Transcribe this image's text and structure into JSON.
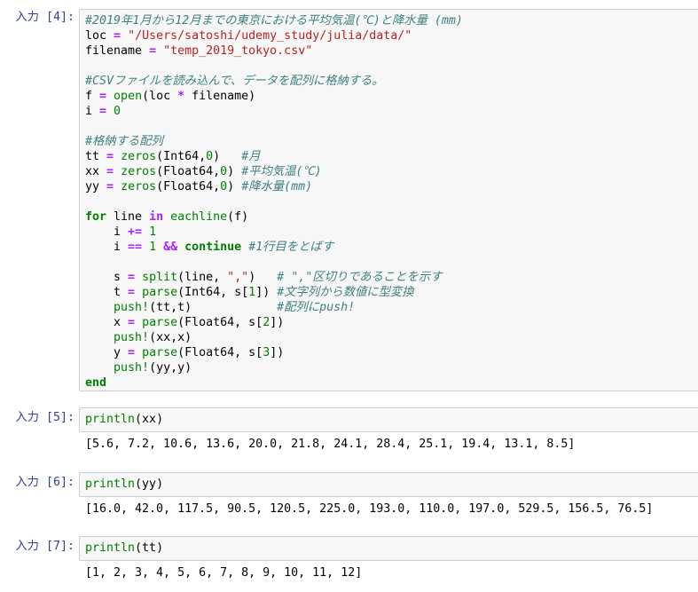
{
  "cells": [
    {
      "prompt": "入力 [4]:",
      "code_lines": [
        [
          {
            "t": "c",
            "v": "#2019年1月から12月までの東京における平均気温(℃)と降水量 (mm)"
          }
        ],
        [
          {
            "t": "p",
            "v": "loc "
          },
          {
            "t": "o",
            "v": "="
          },
          {
            "t": "p",
            "v": " "
          },
          {
            "t": "s",
            "v": "\"/Users/satoshi/udemy_study/julia/data/\""
          }
        ],
        [
          {
            "t": "p",
            "v": "filename "
          },
          {
            "t": "o",
            "v": "="
          },
          {
            "t": "p",
            "v": " "
          },
          {
            "t": "s",
            "v": "\"temp_2019_tokyo.csv\""
          }
        ],
        [],
        [
          {
            "t": "c",
            "v": "#CSVファイルを読み込んで、データを配列に格納する。"
          }
        ],
        [
          {
            "t": "p",
            "v": "f "
          },
          {
            "t": "o",
            "v": "="
          },
          {
            "t": "p",
            "v": " "
          },
          {
            "t": "n",
            "v": "open"
          },
          {
            "t": "p",
            "v": "(loc "
          },
          {
            "t": "o",
            "v": "*"
          },
          {
            "t": "p",
            "v": " filename)"
          }
        ],
        [
          {
            "t": "p",
            "v": "i "
          },
          {
            "t": "o",
            "v": "="
          },
          {
            "t": "p",
            "v": " "
          },
          {
            "t": "m",
            "v": "0"
          }
        ],
        [],
        [
          {
            "t": "c",
            "v": "#格納する配列"
          }
        ],
        [
          {
            "t": "p",
            "v": "tt "
          },
          {
            "t": "o",
            "v": "="
          },
          {
            "t": "p",
            "v": " "
          },
          {
            "t": "n",
            "v": "zeros"
          },
          {
            "t": "p",
            "v": "(Int64,"
          },
          {
            "t": "m",
            "v": "0"
          },
          {
            "t": "p",
            "v": ")   "
          },
          {
            "t": "c",
            "v": "#月"
          }
        ],
        [
          {
            "t": "p",
            "v": "xx "
          },
          {
            "t": "o",
            "v": "="
          },
          {
            "t": "p",
            "v": " "
          },
          {
            "t": "n",
            "v": "zeros"
          },
          {
            "t": "p",
            "v": "(Float64,"
          },
          {
            "t": "m",
            "v": "0"
          },
          {
            "t": "p",
            "v": ") "
          },
          {
            "t": "c",
            "v": "#平均気温(℃)"
          }
        ],
        [
          {
            "t": "p",
            "v": "yy "
          },
          {
            "t": "o",
            "v": "="
          },
          {
            "t": "p",
            "v": " "
          },
          {
            "t": "n",
            "v": "zeros"
          },
          {
            "t": "p",
            "v": "(Float64,"
          },
          {
            "t": "m",
            "v": "0"
          },
          {
            "t": "p",
            "v": ") "
          },
          {
            "t": "c",
            "v": "#降水量(mm)"
          }
        ],
        [],
        [
          {
            "t": "k",
            "v": "for"
          },
          {
            "t": "p",
            "v": " line "
          },
          {
            "t": "o",
            "v": "in"
          },
          {
            "t": "p",
            "v": " "
          },
          {
            "t": "n",
            "v": "eachline"
          },
          {
            "t": "p",
            "v": "(f)"
          }
        ],
        [
          {
            "t": "p",
            "v": "    i "
          },
          {
            "t": "o",
            "v": "+="
          },
          {
            "t": "p",
            "v": " "
          },
          {
            "t": "m",
            "v": "1"
          }
        ],
        [
          {
            "t": "p",
            "v": "    i "
          },
          {
            "t": "o",
            "v": "=="
          },
          {
            "t": "p",
            "v": " "
          },
          {
            "t": "m",
            "v": "1"
          },
          {
            "t": "p",
            "v": " "
          },
          {
            "t": "o",
            "v": "&&"
          },
          {
            "t": "p",
            "v": " "
          },
          {
            "t": "k",
            "v": "continue"
          },
          {
            "t": "p",
            "v": " "
          },
          {
            "t": "c",
            "v": "#1行目をとばす"
          }
        ],
        [],
        [
          {
            "t": "p",
            "v": "    s "
          },
          {
            "t": "o",
            "v": "="
          },
          {
            "t": "p",
            "v": " "
          },
          {
            "t": "n",
            "v": "split"
          },
          {
            "t": "p",
            "v": "(line, "
          },
          {
            "t": "s",
            "v": "\",\""
          },
          {
            "t": "p",
            "v": ")   "
          },
          {
            "t": "c",
            "v": "# \",\"区切りであることを示す"
          }
        ],
        [
          {
            "t": "p",
            "v": "    t "
          },
          {
            "t": "o",
            "v": "="
          },
          {
            "t": "p",
            "v": " "
          },
          {
            "t": "n",
            "v": "parse"
          },
          {
            "t": "p",
            "v": "(Int64, s["
          },
          {
            "t": "m",
            "v": "1"
          },
          {
            "t": "p",
            "v": "]) "
          },
          {
            "t": "c",
            "v": "#文字列から数値に型変換"
          }
        ],
        [
          {
            "t": "p",
            "v": "    "
          },
          {
            "t": "n",
            "v": "push!"
          },
          {
            "t": "p",
            "v": "(tt,t)            "
          },
          {
            "t": "c",
            "v": "#配列にpush!"
          }
        ],
        [
          {
            "t": "p",
            "v": "    x "
          },
          {
            "t": "o",
            "v": "="
          },
          {
            "t": "p",
            "v": " "
          },
          {
            "t": "n",
            "v": "parse"
          },
          {
            "t": "p",
            "v": "(Float64, s["
          },
          {
            "t": "m",
            "v": "2"
          },
          {
            "t": "p",
            "v": "])"
          }
        ],
        [
          {
            "t": "p",
            "v": "    "
          },
          {
            "t": "n",
            "v": "push!"
          },
          {
            "t": "p",
            "v": "(xx,x)"
          }
        ],
        [
          {
            "t": "p",
            "v": "    y "
          },
          {
            "t": "o",
            "v": "="
          },
          {
            "t": "p",
            "v": " "
          },
          {
            "t": "n",
            "v": "parse"
          },
          {
            "t": "p",
            "v": "(Float64, s["
          },
          {
            "t": "m",
            "v": "3"
          },
          {
            "t": "p",
            "v": "])"
          }
        ],
        [
          {
            "t": "p",
            "v": "    "
          },
          {
            "t": "n",
            "v": "push!"
          },
          {
            "t": "p",
            "v": "(yy,y)"
          }
        ],
        [
          {
            "t": "k",
            "v": "end"
          }
        ]
      ],
      "output": ""
    },
    {
      "prompt": "入力 [5]:",
      "code_lines": [
        [
          {
            "t": "n",
            "v": "println"
          },
          {
            "t": "p",
            "v": "(xx)"
          }
        ]
      ],
      "output": "[5.6, 7.2, 10.6, 13.6, 20.0, 21.8, 24.1, 28.4, 25.1, 19.4, 13.1, 8.5]"
    },
    {
      "prompt": "入力 [6]:",
      "code_lines": [
        [
          {
            "t": "n",
            "v": "println"
          },
          {
            "t": "p",
            "v": "(yy)"
          }
        ]
      ],
      "output": "[16.0, 42.0, 117.5, 90.5, 120.5, 225.0, 193.0, 110.0, 197.0, 529.5, 156.5, 76.5]"
    },
    {
      "prompt": "入力 [7]:",
      "code_lines": [
        [
          {
            "t": "n",
            "v": "println"
          },
          {
            "t": "p",
            "v": "(tt)"
          }
        ]
      ],
      "output": "[1, 2, 3, 4, 5, 6, 7, 8, 9, 10, 11, 12]"
    }
  ]
}
